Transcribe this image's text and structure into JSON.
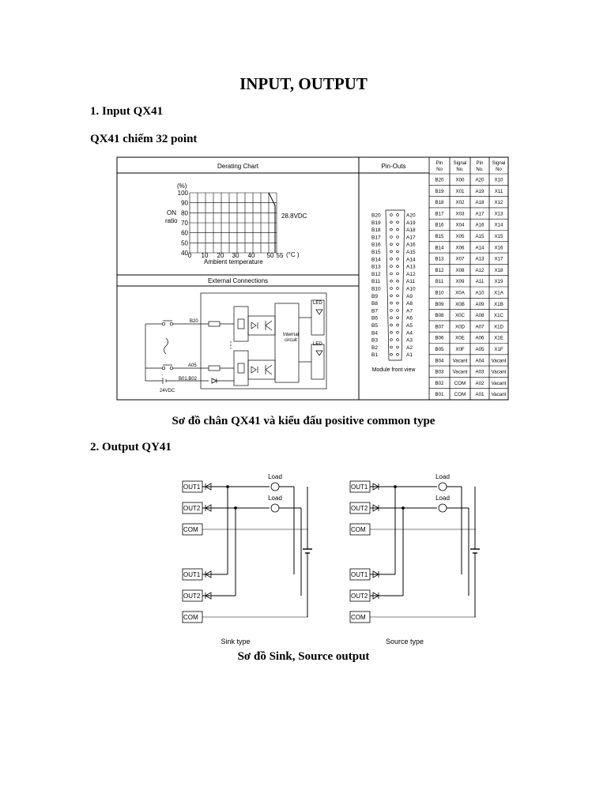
{
  "page": {
    "title": "INPUT, OUTPUT",
    "section1": "1.  Input QX41",
    "line1": "QX41 chiếm 32 point",
    "caption1": "Sơ đồ chân QX41 và kiểu đấu positive common type",
    "section2": "2.  Output QY41",
    "caption2": "Sơ đồ Sink, Source output"
  },
  "qx41": {
    "derating_title": "Derating Chart",
    "pinouts_title": "Pin-Outs",
    "pct": "(%)",
    "y_ticks": [
      "100",
      "90",
      "80",
      "70",
      "60",
      "50",
      "40"
    ],
    "on_ratio": [
      "ON",
      "ratio"
    ],
    "x_ticks": [
      "0",
      "10",
      "20",
      "30",
      "40",
      "50",
      "55"
    ],
    "x_unit": "(°C )",
    "ambient": "Ambient temperature",
    "vdc": "28.8VDC",
    "ext_title": "External Connections",
    "b20": "B20",
    "a05": "A05",
    "b01b02": "B01,B02",
    "vdc24": "24VDC",
    "internal": [
      "Internal",
      "circuit"
    ],
    "led": "LED",
    "connector_b": [
      "B20",
      "B19",
      "B18",
      "B17",
      "B16",
      "B15",
      "B14",
      "B13",
      "B12",
      "B11",
      "B10",
      "B9",
      "B8",
      "B7",
      "B6",
      "B5",
      "B4",
      "B3",
      "B2",
      "B1"
    ],
    "connector_a": [
      "A20",
      "A19",
      "A18",
      "A17",
      "A16",
      "A15",
      "A14",
      "A13",
      "A12",
      "A11",
      "A10",
      "A9",
      "A8",
      "A7",
      "A6",
      "A5",
      "A4",
      "A3",
      "A2",
      "A1"
    ],
    "module_view": "Module front view",
    "table_headers": [
      [
        "Pin",
        "No"
      ],
      [
        "Signal",
        "No."
      ],
      [
        "Pin",
        "No."
      ],
      [
        "Signal",
        "No"
      ]
    ],
    "table_rows": [
      [
        "B20",
        "X00",
        "A20",
        "X10"
      ],
      [
        "B19",
        "X01",
        "A19",
        "X11"
      ],
      [
        "B18",
        "X02",
        "A18",
        "X12"
      ],
      [
        "B17",
        "X03",
        "A17",
        "X13"
      ],
      [
        "B16",
        "X04",
        "A16",
        "X14"
      ],
      [
        "B15",
        "X05",
        "A15",
        "X15"
      ],
      [
        "B14",
        "X06",
        "A14",
        "X16"
      ],
      [
        "B13",
        "X07",
        "A13",
        "X17"
      ],
      [
        "B12",
        "X08",
        "A12",
        "X18"
      ],
      [
        "B11",
        "X09",
        "A11",
        "X19"
      ],
      [
        "B10",
        "X0A",
        "A10",
        "X1A"
      ],
      [
        "B09",
        "X0B",
        "A09",
        "X1B"
      ],
      [
        "B08",
        "X0C",
        "A08",
        "X1C"
      ],
      [
        "B07",
        "X0D",
        "A07",
        "X1D"
      ],
      [
        "B06",
        "X0E",
        "A06",
        "X1E"
      ],
      [
        "B05",
        "X0F",
        "A05",
        "X1F"
      ],
      [
        "B04",
        "Vacant",
        "A04",
        "Vacant"
      ],
      [
        "B03",
        "Vacant",
        "A03",
        "Vacant"
      ],
      [
        "B02",
        "COM",
        "A02",
        "Vacant"
      ],
      [
        "B01",
        "COM",
        "A01",
        "Vacant"
      ]
    ]
  },
  "qy41": {
    "out1": "OUT1",
    "out2": "OUT2",
    "com": "COM",
    "load": "Load",
    "sink": "Sink type",
    "source": "Source type"
  }
}
